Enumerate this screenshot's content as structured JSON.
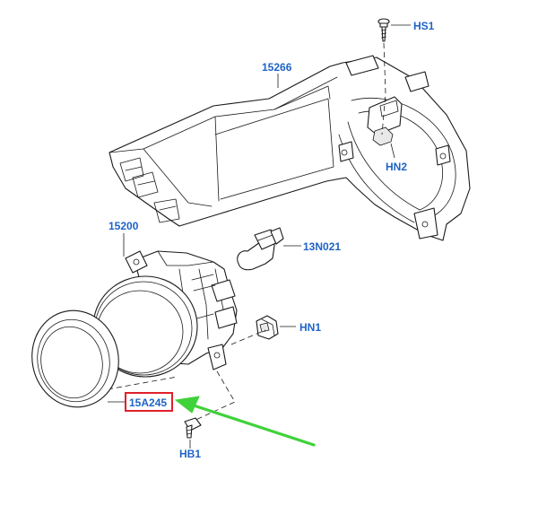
{
  "callouts": {
    "hs1": "HS1",
    "part_15266": "15266",
    "hn2": "HN2",
    "part_15200": "15200",
    "part_13n021": "13N021",
    "hn1": "HN1",
    "part_15a245": "15A245",
    "hb1": "HB1"
  },
  "highlight": {
    "box_color": "#e0202a",
    "arrow_color": "#3fd23a",
    "label_color": "#1e63c6"
  }
}
